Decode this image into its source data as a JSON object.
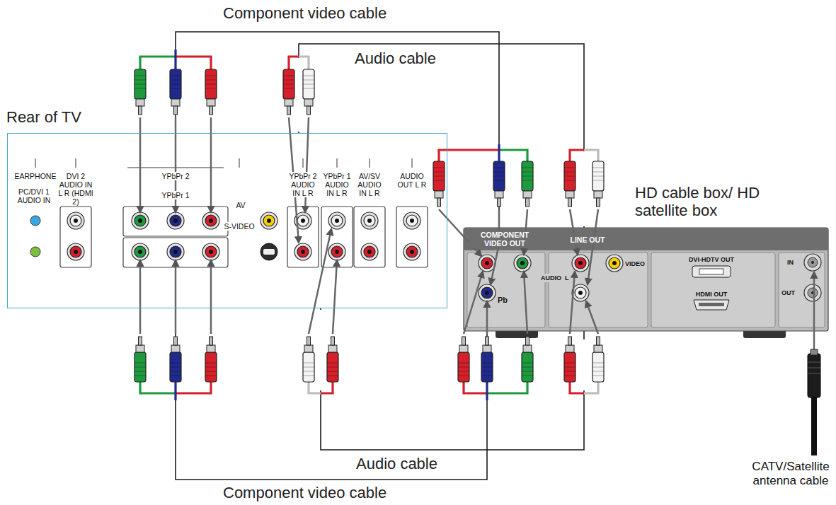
{
  "diagram": {
    "nodes": [
      {
        "text": [
          "Rear of TV"
        ]
      },
      {
        "text": [
          "HD cable box/ HD satellite box"
        ]
      }
    ],
    "edges": [
      {
        "from": 0,
        "to": 1,
        "arrow": "none",
        "label": "Component video cable"
      },
      {
        "from": 0,
        "to": 1,
        "arrow": "none",
        "label": "Audio cable"
      },
      {
        "from": 0,
        "to": 1,
        "arrow": "none",
        "label": "Audio cable"
      },
      {
        "from": 0,
        "to": 1,
        "arrow": "none",
        "label": "Component video cable"
      }
    ],
    "labels": [
      "EARPHONE",
      "DVI 2 AUDIO IN L R (HDMI 2)",
      "PC/DVI 1 AUDIO IN",
      "YPbPr 2",
      "YPbPr 1",
      "AV",
      "S-VIDEO",
      "YPbPr 2 AUDIO IN L R",
      "YPbPr 1 AUDIO IN L R",
      "AV/SV AUDIO IN L R",
      "AUDIO OUT L R",
      "COMPONENT VIDEO OUT",
      "Pb",
      "LINE OUT",
      "AUDIO",
      "L",
      "VIDEO",
      "DVI-HDTV OUT",
      "HDMI OUT",
      "IN",
      "OUT",
      "CATV/Satellite antenna cable"
    ]
  }
}
